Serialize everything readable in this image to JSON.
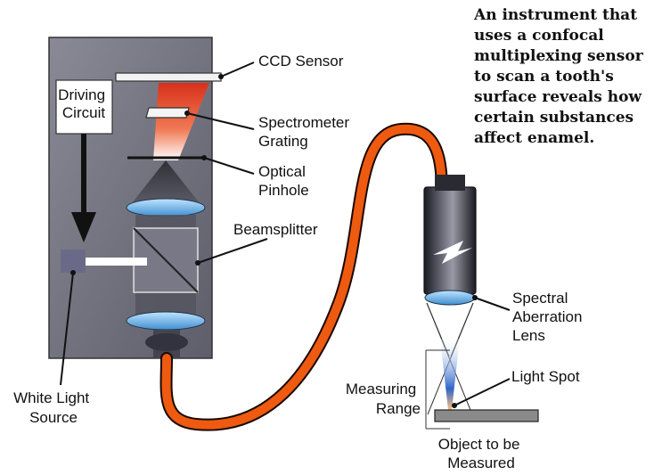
{
  "caption": {
    "lines": [
      "An instrument that",
      "uses a confocal",
      "multiplexing sensor",
      "to scan a tooth's",
      "surface reveals how",
      "certain substances",
      "affect enamel."
    ]
  },
  "labels": {
    "driving_circuit": [
      "Driving",
      "Circuit"
    ],
    "ccd_sensor": "CCD Sensor",
    "spectrometer_grating": [
      "Spectrometer",
      "Grating"
    ],
    "optical_pinhole": [
      "Optical",
      "Pinhole"
    ],
    "beamsplitter": "Beamsplitter",
    "white_light_source": [
      "White Light",
      "Source"
    ],
    "spectral_aberration_lens": [
      "Spectral",
      "Aberration",
      "Lens"
    ],
    "light_spot": "Light Spot",
    "measuring_range": [
      "Measuring",
      "Range"
    ],
    "object_to_be_measured": [
      "Object to be",
      "Measured"
    ]
  },
  "colors": {
    "housing": "#7a7a86",
    "fiber": "#ee5a10",
    "lens": "#6fb6e6",
    "beam_red": "#e23a1e",
    "object_plate": "#8a8a8a"
  }
}
